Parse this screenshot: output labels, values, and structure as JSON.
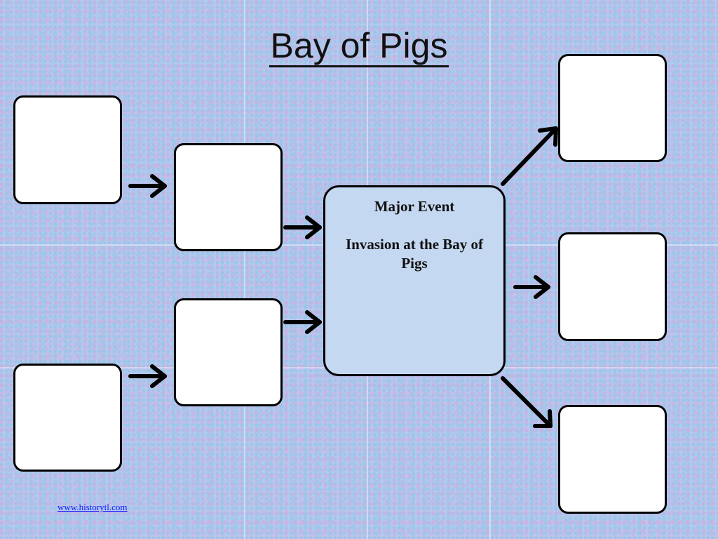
{
  "title": "Bay of Pigs",
  "center": {
    "heading": "Major Event",
    "body": "Invasion at the Bay of Pigs"
  },
  "footer_link": "www.historytl.com",
  "colors": {
    "background": "#b7c6ec",
    "center_box": "#c5d8f1",
    "empty_box": "#ffffff",
    "link": "#1a1aff"
  }
}
